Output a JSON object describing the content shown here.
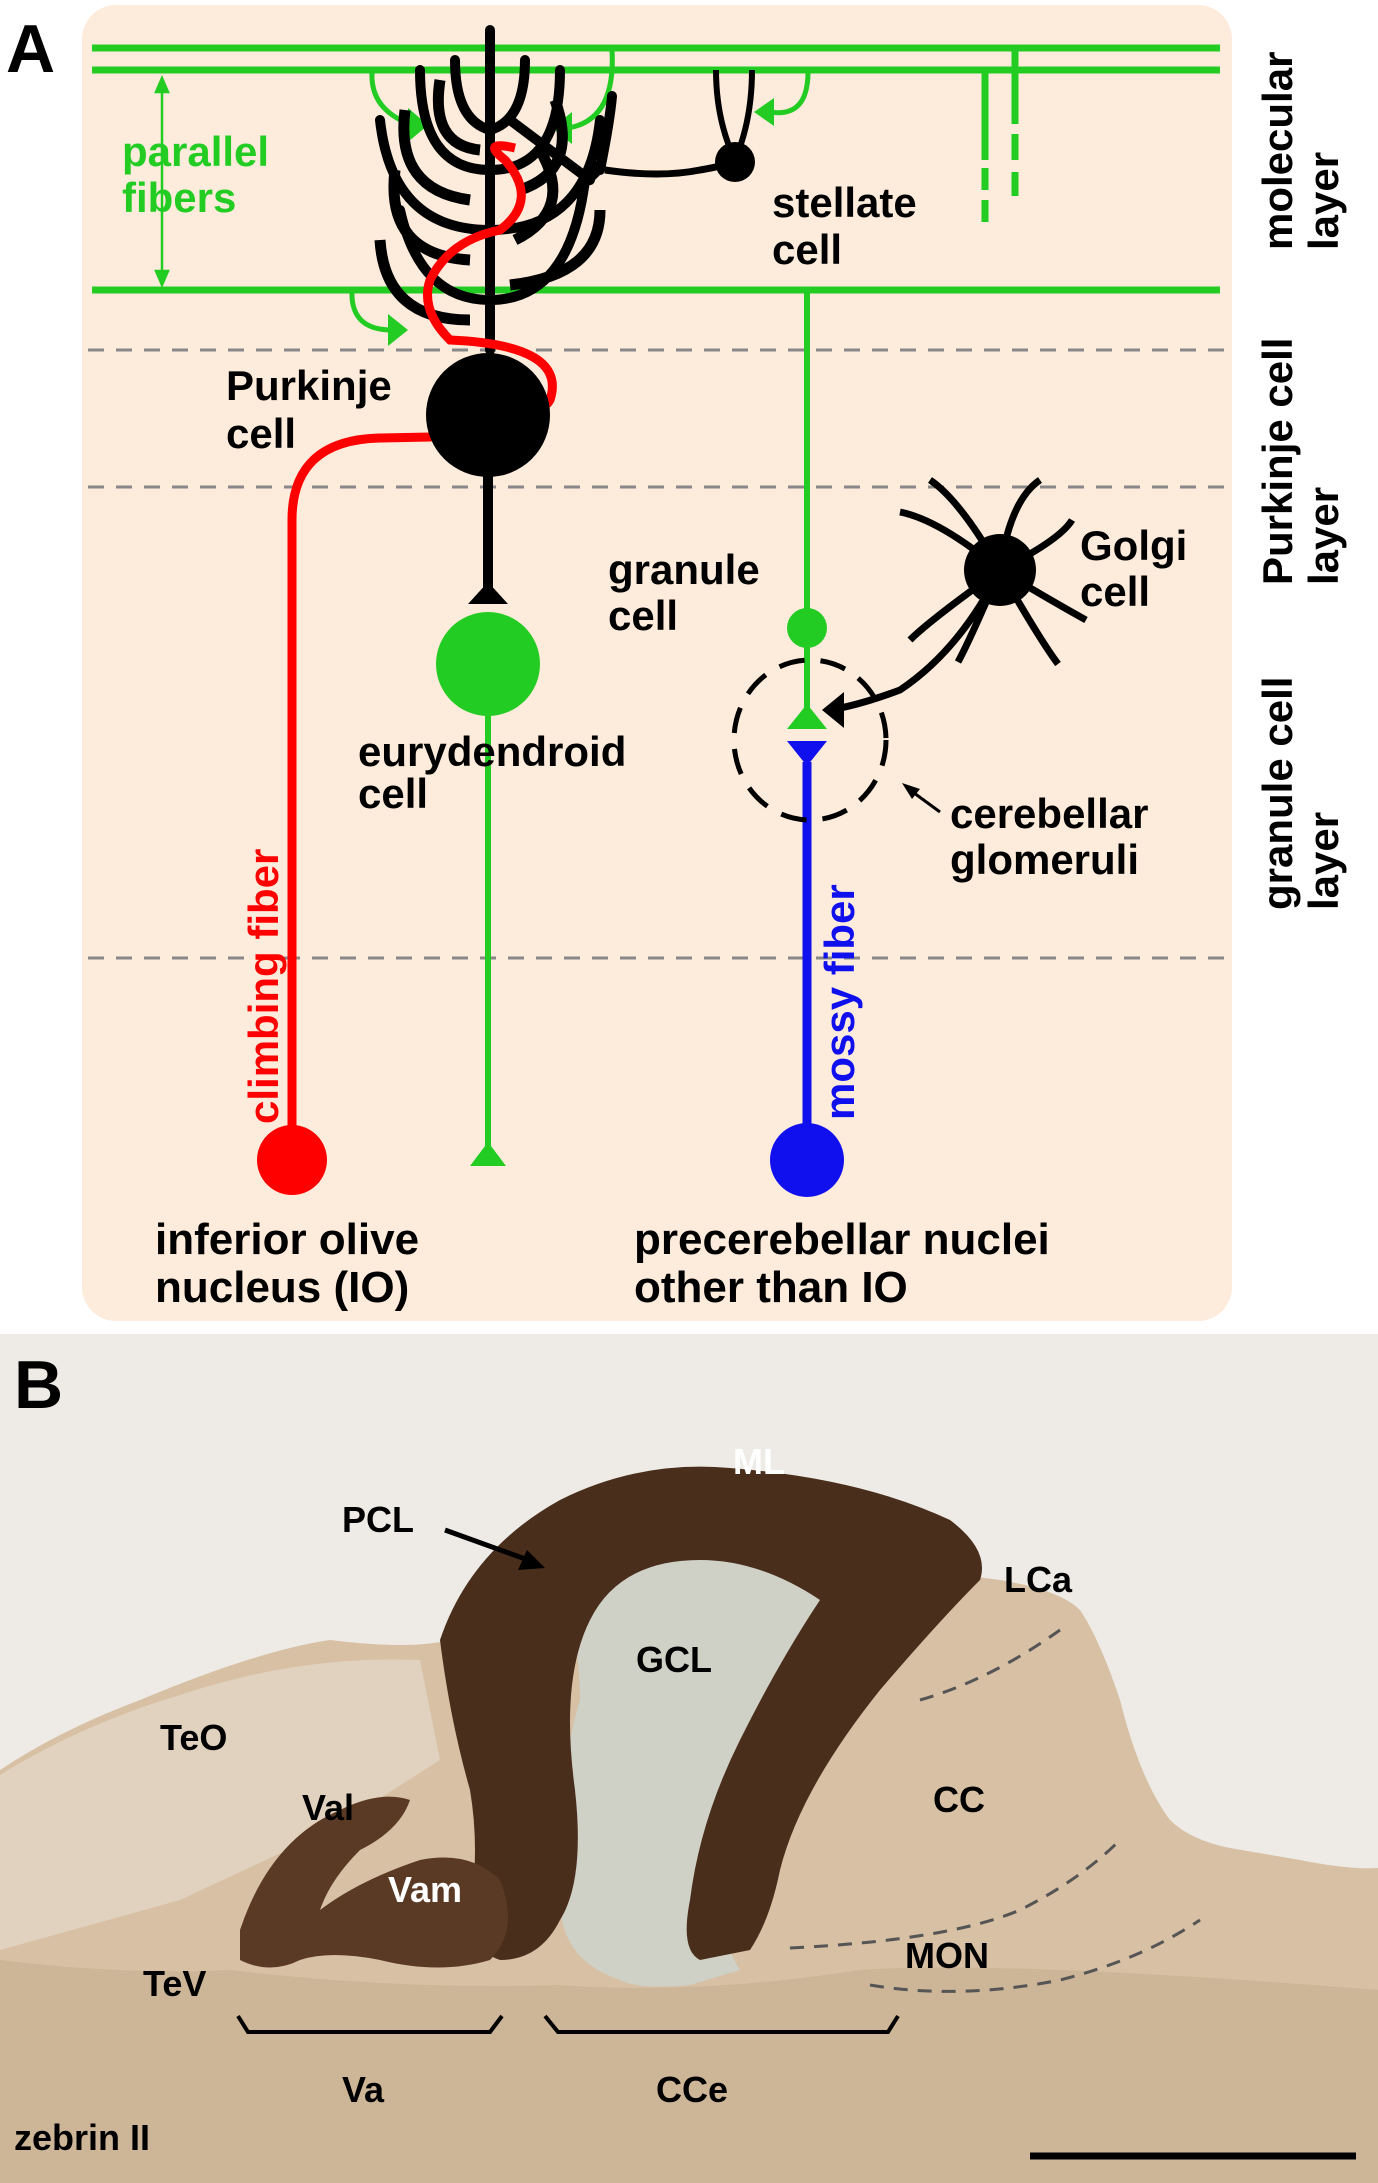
{
  "panel_a": {
    "letter": "A",
    "parallel_fibers": [
      "parallel",
      "fibers"
    ],
    "stellate": [
      "stellate",
      "cell"
    ],
    "purkinje": [
      "Purkinje",
      "cell"
    ],
    "granule": [
      "granule",
      "cell"
    ],
    "golgi": [
      "Golgi",
      "cell"
    ],
    "eurydendroid": [
      "eurydendroid",
      "cell"
    ],
    "glomeruli": [
      "cerebellar",
      "glomeruli"
    ],
    "climbing_fiber": "climbing fiber",
    "mossy_fiber": "mossy fiber",
    "io": [
      "inferior olive",
      "nucleus (IO)"
    ],
    "precerebellar": [
      "precerebellar nuclei",
      "other than IO"
    ],
    "layers": {
      "molecular": [
        "molecular",
        "layer"
      ],
      "purkinje": [
        "Purkinje cell",
        "layer"
      ],
      "granule": [
        "granule cell",
        "layer"
      ]
    },
    "colors": {
      "background": "#fdebdc",
      "green": "#22cc22",
      "red": "#ff0000",
      "blue": "#1010ee",
      "black": "#000000"
    }
  },
  "panel_b": {
    "letter": "B",
    "labels": {
      "ML": "ML",
      "PCL": "PCL",
      "GCL": "GCL",
      "LCa": "LCa",
      "TeO": "TeO",
      "Val": "Val",
      "Vam": "Vam",
      "CC": "CC",
      "MON": "MON",
      "TeV": "TeV",
      "Va": "Va",
      "CCe": "CCe"
    },
    "stain": "zebrin II",
    "colors": {
      "tissue": "#d9c3a8",
      "stain": "#4a2e1c",
      "gcl": "#cfd0c6",
      "background": "#eeebe6"
    }
  }
}
